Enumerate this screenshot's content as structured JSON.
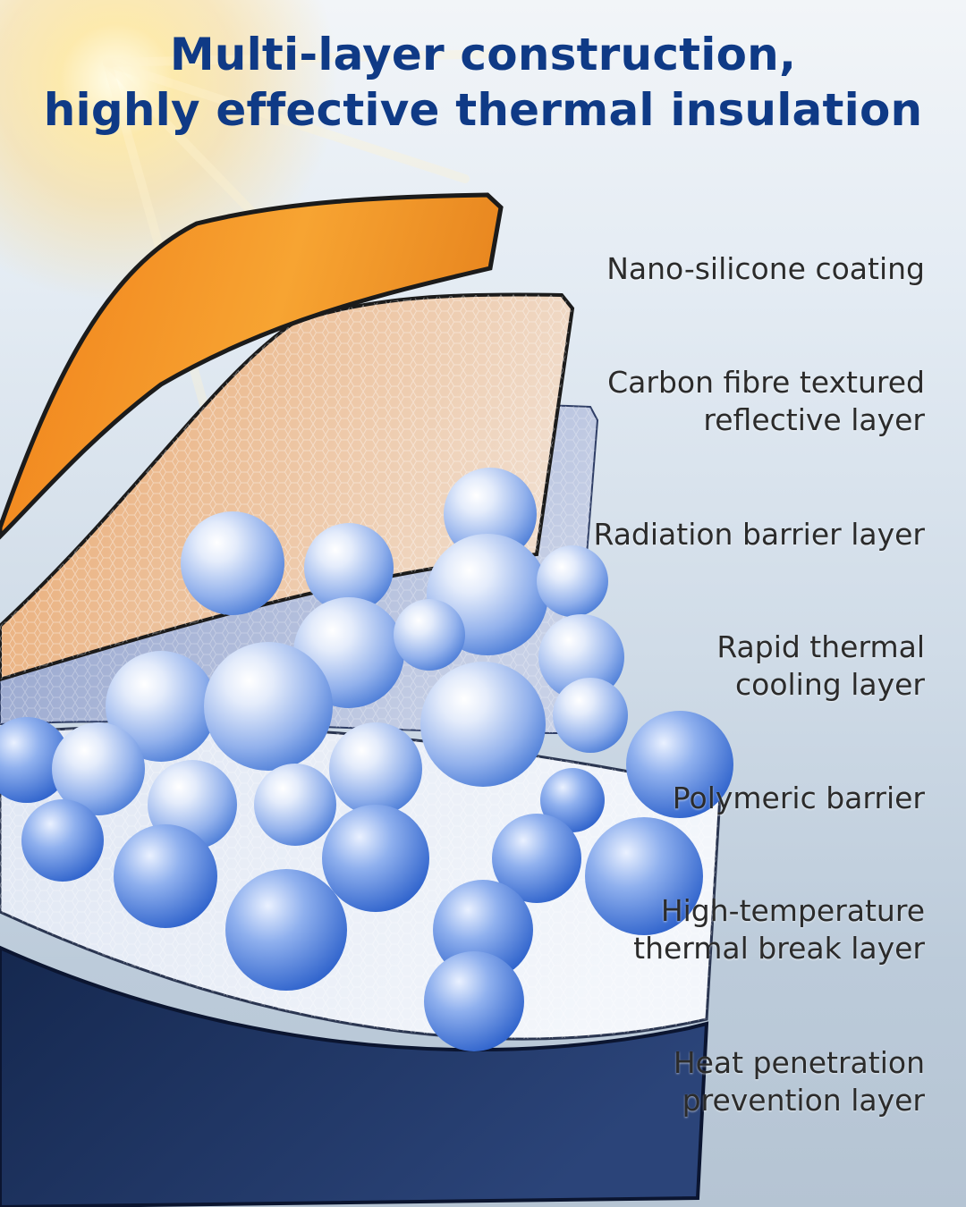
{
  "title": {
    "line1": "Multi-layer construction,",
    "line2": "highly effective thermal insulation"
  },
  "layers": [
    {
      "lines": [
        "Nano-silicone coating"
      ]
    },
    {
      "lines": [
        "Carbon fibre textured",
        "reflective layer"
      ]
    },
    {
      "lines": [
        "Radiation barrier layer"
      ]
    },
    {
      "lines": [
        "Rapid thermal",
        "cooling layer"
      ]
    },
    {
      "lines": [
        "Polymeric barrier"
      ]
    },
    {
      "lines": [
        "High-temperature",
        "thermal break layer"
      ]
    },
    {
      "lines": [
        "Heat penetration",
        "prevention layer"
      ]
    }
  ],
  "colors": {
    "title": "#0f3a86",
    "orange_layer": "#f6921e",
    "mesh_layer": "#e0b78f",
    "radiation_layer": "#9aa8c9",
    "bubble": "#7ea4e8",
    "bottom_layer": "#1d3260",
    "label_text": "#2b2b2b"
  }
}
